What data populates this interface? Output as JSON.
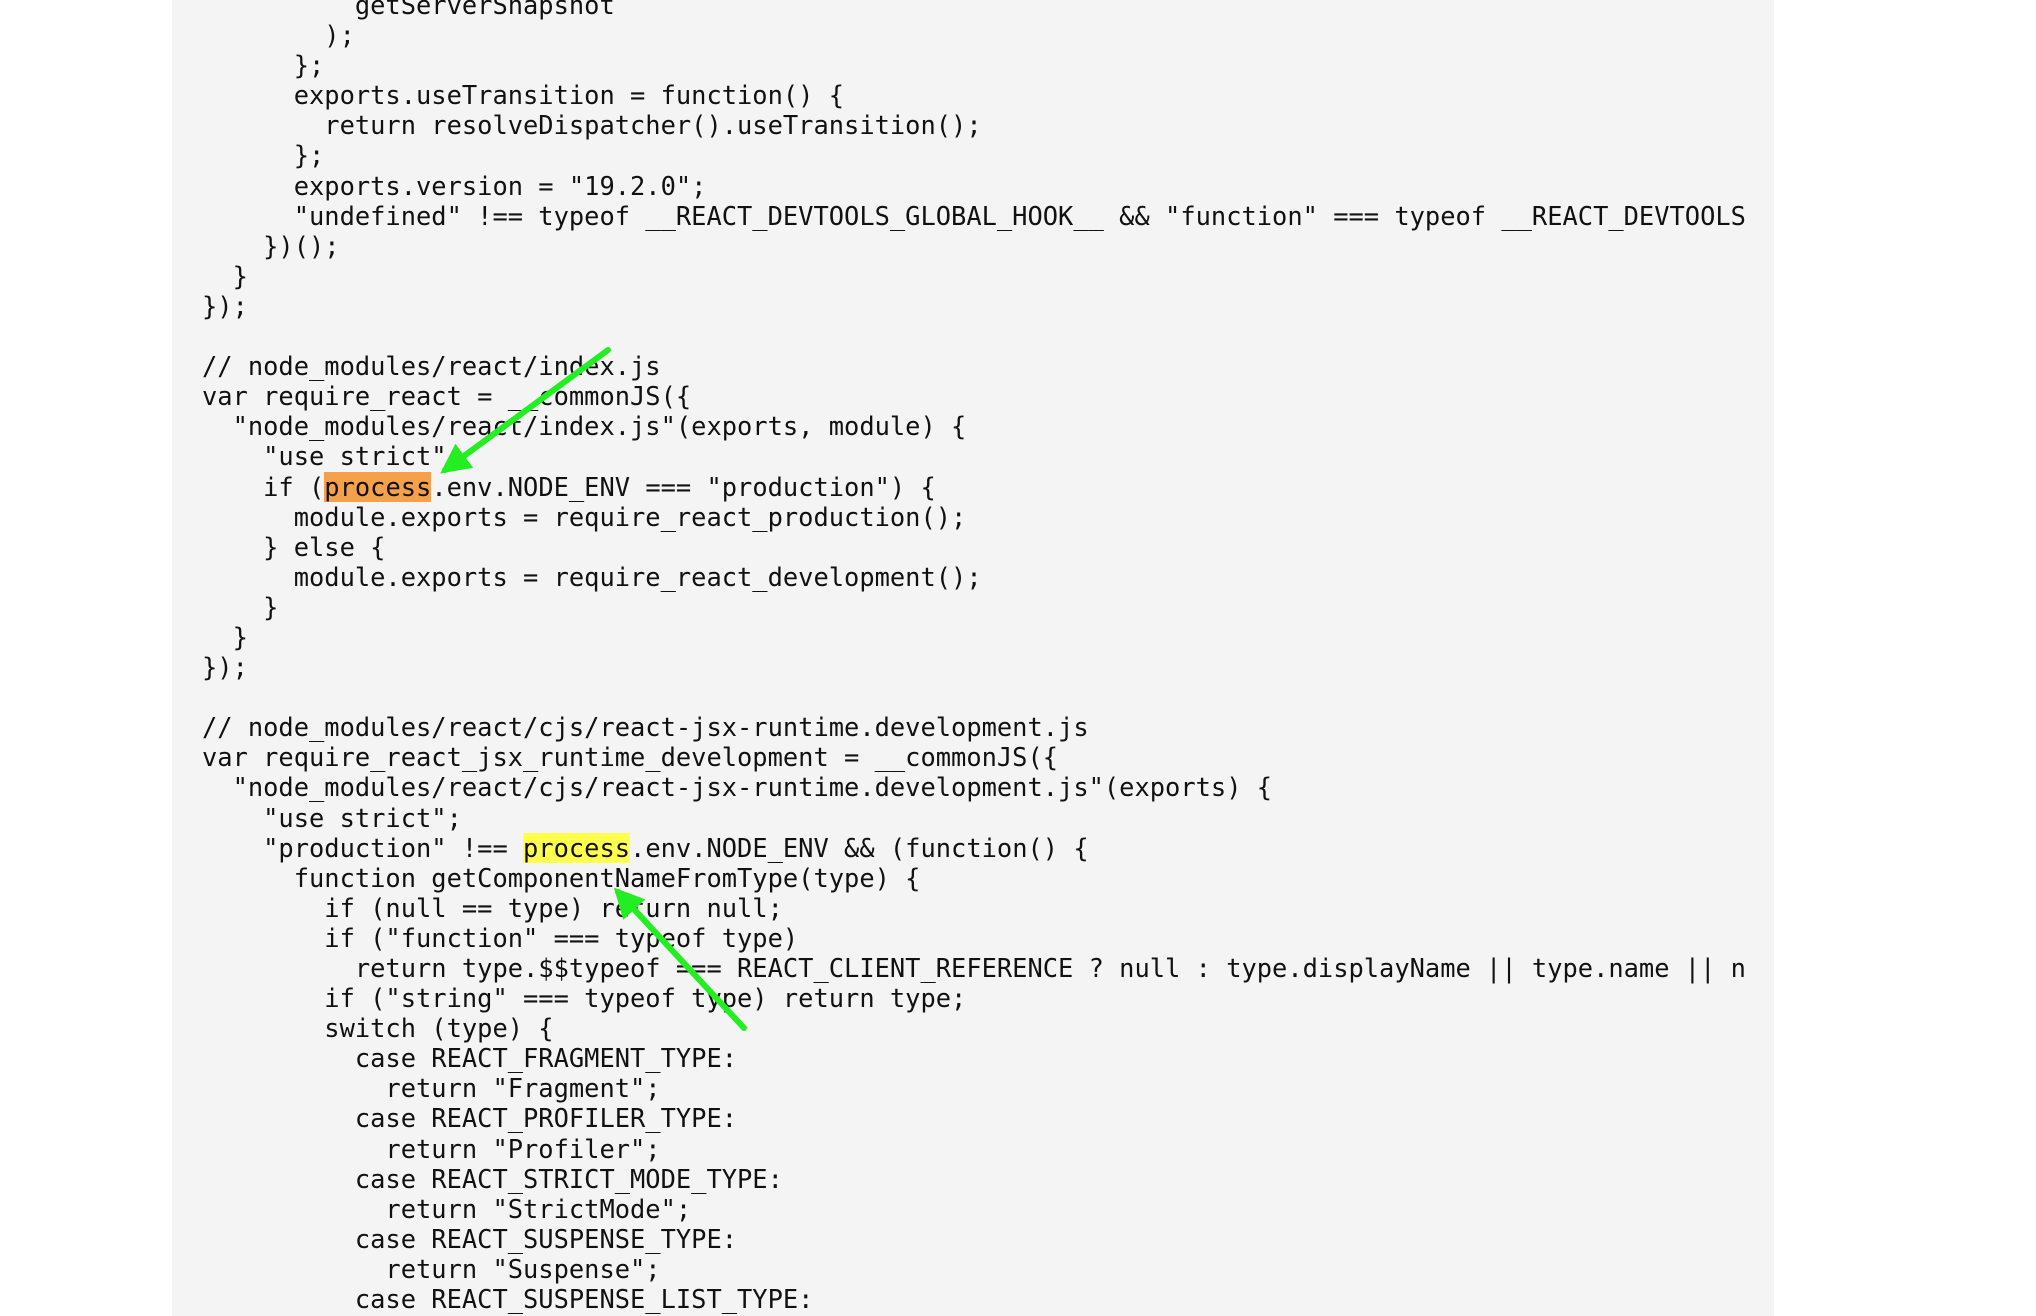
{
  "code": {
    "lines": [
      {
        "pre": "          getServerSnapshot",
        "hl": "",
        "post": "",
        "hl_color": ""
      },
      {
        "pre": "        );",
        "hl": "",
        "post": "",
        "hl_color": ""
      },
      {
        "pre": "      };",
        "hl": "",
        "post": "",
        "hl_color": ""
      },
      {
        "pre": "      exports.useTransition = function() {",
        "hl": "",
        "post": "",
        "hl_color": ""
      },
      {
        "pre": "        return resolveDispatcher().useTransition();",
        "hl": "",
        "post": "",
        "hl_color": ""
      },
      {
        "pre": "      };",
        "hl": "",
        "post": "",
        "hl_color": ""
      },
      {
        "pre": "      exports.version = \"19.2.0\";",
        "hl": "",
        "post": "",
        "hl_color": ""
      },
      {
        "pre": "      \"undefined\" !== typeof __REACT_DEVTOOLS_GLOBAL_HOOK__ && \"function\" === typeof __REACT_DEVTOOLS",
        "hl": "",
        "post": "",
        "hl_color": ""
      },
      {
        "pre": "    })();",
        "hl": "",
        "post": "",
        "hl_color": ""
      },
      {
        "pre": "  }",
        "hl": "",
        "post": "",
        "hl_color": ""
      },
      {
        "pre": "});",
        "hl": "",
        "post": "",
        "hl_color": ""
      },
      {
        "pre": "",
        "hl": "",
        "post": "",
        "hl_color": ""
      },
      {
        "pre": "// node_modules/react/index.js",
        "hl": "",
        "post": "",
        "hl_color": ""
      },
      {
        "pre": "var require_react = __commonJS({",
        "hl": "",
        "post": "",
        "hl_color": ""
      },
      {
        "pre": "  \"node_modules/react/index.js\"(exports, module) {",
        "hl": "",
        "post": "",
        "hl_color": ""
      },
      {
        "pre": "    \"use strict\";",
        "hl": "",
        "post": "",
        "hl_color": ""
      },
      {
        "pre": "    if (",
        "hl": "process",
        "post": ".env.NODE_ENV === \"production\") {",
        "hl_color": "orange"
      },
      {
        "pre": "      module.exports = require_react_production();",
        "hl": "",
        "post": "",
        "hl_color": ""
      },
      {
        "pre": "    } else {",
        "hl": "",
        "post": "",
        "hl_color": ""
      },
      {
        "pre": "      module.exports = require_react_development();",
        "hl": "",
        "post": "",
        "hl_color": ""
      },
      {
        "pre": "    }",
        "hl": "",
        "post": "",
        "hl_color": ""
      },
      {
        "pre": "  }",
        "hl": "",
        "post": "",
        "hl_color": ""
      },
      {
        "pre": "});",
        "hl": "",
        "post": "",
        "hl_color": ""
      },
      {
        "pre": "",
        "hl": "",
        "post": "",
        "hl_color": ""
      },
      {
        "pre": "// node_modules/react/cjs/react-jsx-runtime.development.js",
        "hl": "",
        "post": "",
        "hl_color": ""
      },
      {
        "pre": "var require_react_jsx_runtime_development = __commonJS({",
        "hl": "",
        "post": "",
        "hl_color": ""
      },
      {
        "pre": "  \"node_modules/react/cjs/react-jsx-runtime.development.js\"(exports) {",
        "hl": "",
        "post": "",
        "hl_color": ""
      },
      {
        "pre": "    \"use strict\";",
        "hl": "",
        "post": "",
        "hl_color": ""
      },
      {
        "pre": "    \"production\" !== ",
        "hl": "process",
        "post": ".env.NODE_ENV && (function() {",
        "hl_color": "yellow"
      },
      {
        "pre": "      function getComponentNameFromType(type) {",
        "hl": "",
        "post": "",
        "hl_color": ""
      },
      {
        "pre": "        if (null == type) return null;",
        "hl": "",
        "post": "",
        "hl_color": ""
      },
      {
        "pre": "        if (\"function\" === typeof type)",
        "hl": "",
        "post": "",
        "hl_color": ""
      },
      {
        "pre": "          return type.$$typeof === REACT_CLIENT_REFERENCE ? null : type.displayName || type.name || n",
        "hl": "",
        "post": "",
        "hl_color": ""
      },
      {
        "pre": "        if (\"string\" === typeof type) return type;",
        "hl": "",
        "post": "",
        "hl_color": ""
      },
      {
        "pre": "        switch (type) {",
        "hl": "",
        "post": "",
        "hl_color": ""
      },
      {
        "pre": "          case REACT_FRAGMENT_TYPE:",
        "hl": "",
        "post": "",
        "hl_color": ""
      },
      {
        "pre": "            return \"Fragment\";",
        "hl": "",
        "post": "",
        "hl_color": ""
      },
      {
        "pre": "          case REACT_PROFILER_TYPE:",
        "hl": "",
        "post": "",
        "hl_color": ""
      },
      {
        "pre": "            return \"Profiler\";",
        "hl": "",
        "post": "",
        "hl_color": ""
      },
      {
        "pre": "          case REACT_STRICT_MODE_TYPE:",
        "hl": "",
        "post": "",
        "hl_color": ""
      },
      {
        "pre": "            return \"StrictMode\";",
        "hl": "",
        "post": "",
        "hl_color": ""
      },
      {
        "pre": "          case REACT_SUSPENSE_TYPE:",
        "hl": "",
        "post": "",
        "hl_color": ""
      },
      {
        "pre": "            return \"Suspense\";",
        "hl": "",
        "post": "",
        "hl_color": ""
      },
      {
        "pre": "          case REACT_SUSPENSE_LIST_TYPE:",
        "hl": "",
        "post": "",
        "hl_color": ""
      }
    ]
  },
  "colors": {
    "panel_background": "#f4f4f4",
    "text": "#111111",
    "highlight_orange": "#f5a04a",
    "highlight_yellow": "#ffff4d",
    "arrow": "#22ee22"
  },
  "annotations": [
    {
      "name": "arrow-icon",
      "points_to": "process (orange highlight)"
    },
    {
      "name": "arrow-icon",
      "points_to": "process (yellow highlight)"
    }
  ]
}
